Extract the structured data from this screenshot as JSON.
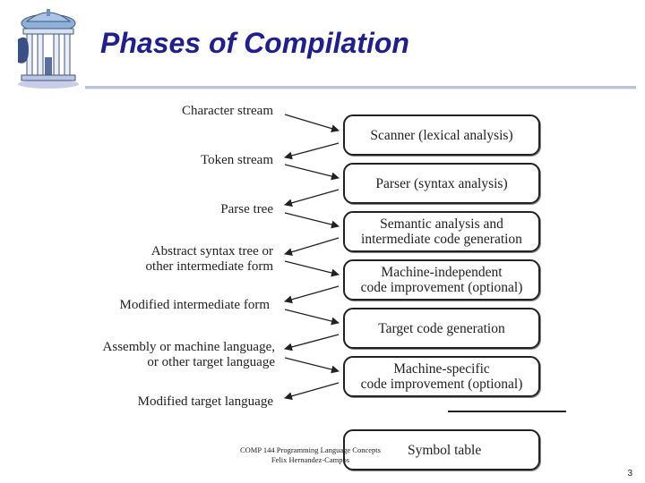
{
  "slide": {
    "title": "Phases of Compilation",
    "footer_line1": "COMP 144 Programming Language Concepts",
    "footer_line2": "Felix Hernandez-Campos",
    "page_number": "3"
  },
  "diagram": {
    "labels": [
      {
        "line1": "Character stream",
        "line2": ""
      },
      {
        "line1": "Token stream",
        "line2": ""
      },
      {
        "line1": "Parse tree",
        "line2": ""
      },
      {
        "line1": "Abstract syntax tree or",
        "line2": "other intermediate form"
      },
      {
        "line1": "Modified intermediate form",
        "line2": ""
      },
      {
        "line1": "Assembly or machine language,",
        "line2": "or other target language"
      },
      {
        "line1": "Modified target language",
        "line2": ""
      }
    ],
    "phases": [
      {
        "line1": "Scanner (lexical analysis)",
        "line2": ""
      },
      {
        "line1": "Parser (syntax analysis)",
        "line2": ""
      },
      {
        "line1": "Semantic analysis and",
        "line2": "intermediate code generation"
      },
      {
        "line1": "Machine-independent",
        "line2": "code improvement (optional)"
      },
      {
        "line1": "Target code generation",
        "line2": ""
      },
      {
        "line1": "Machine-specific",
        "line2": "code improvement (optional)"
      }
    ],
    "symbol_table": "Symbol table"
  }
}
